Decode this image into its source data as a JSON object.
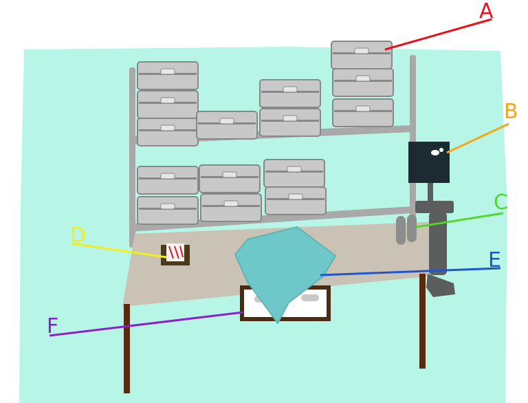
{
  "colors": {
    "background": "#b7f6e6",
    "shelf_frame": "#a9a9a9",
    "box_fill": "#c8c8c8",
    "box_stroke": "#888888",
    "table_top": "#c9c2b5",
    "table_legs": "#5a2a10",
    "cloth": "#6ec8c9",
    "monitor": "#1b2b31",
    "stand": "#5b5e5c",
    "drawer_frame": "#4a2a12"
  },
  "labels": {
    "A": {
      "text": "A",
      "target": "storage-boxes",
      "color": "#e8101a"
    },
    "B": {
      "text": "B",
      "target": "monitor",
      "color": "#f0a818"
    },
    "C": {
      "text": "C",
      "target": "foot-pedals",
      "color": "#55d62a"
    },
    "D": {
      "text": "D",
      "target": "small-tray",
      "color": "#f0f020"
    },
    "E": {
      "text": "E",
      "target": "cloth-sheet",
      "color": "#1f55cc"
    },
    "F": {
      "text": "F",
      "target": "under-table-drawer",
      "color": "#8a1fcf"
    }
  }
}
